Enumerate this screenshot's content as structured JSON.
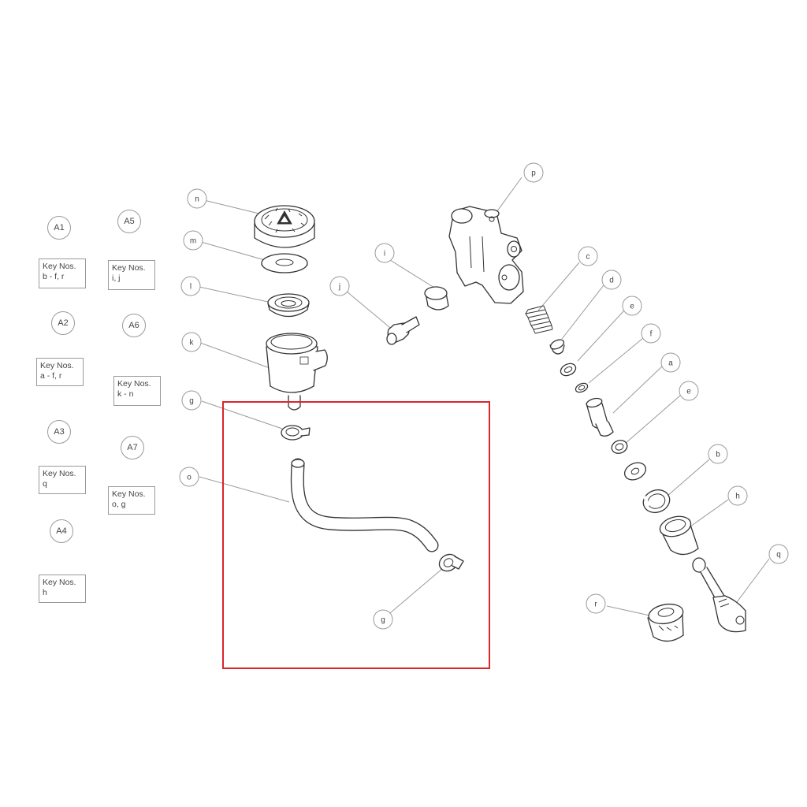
{
  "kits": [
    {
      "id": "A1",
      "heading": "Key Nos.",
      "keys": "b - f, r"
    },
    {
      "id": "A2",
      "heading": "Key Nos.",
      "keys": "a - f, r"
    },
    {
      "id": "A3",
      "heading": "Key Nos.",
      "keys": "q"
    },
    {
      "id": "A4",
      "heading": "Key Nos.",
      "keys": "h"
    },
    {
      "id": "A5",
      "heading": "Key Nos.",
      "keys": "i, j"
    },
    {
      "id": "A6",
      "heading": "Key Nos.",
      "keys": "k - n"
    },
    {
      "id": "A7",
      "heading": "Key Nos.",
      "keys": "o, g"
    }
  ],
  "callouts": {
    "n": "n",
    "m": "m",
    "l": "l",
    "k": "k",
    "g_top": "g",
    "o": "o",
    "g_bottom": "g",
    "j": "j",
    "i": "i",
    "p": "p",
    "c": "c",
    "d": "d",
    "e_upper": "e",
    "f": "f",
    "a": "a",
    "e_lower": "e",
    "b": "b",
    "h": "h",
    "q": "q",
    "r": "r"
  },
  "highlight_color": "#d9262c"
}
